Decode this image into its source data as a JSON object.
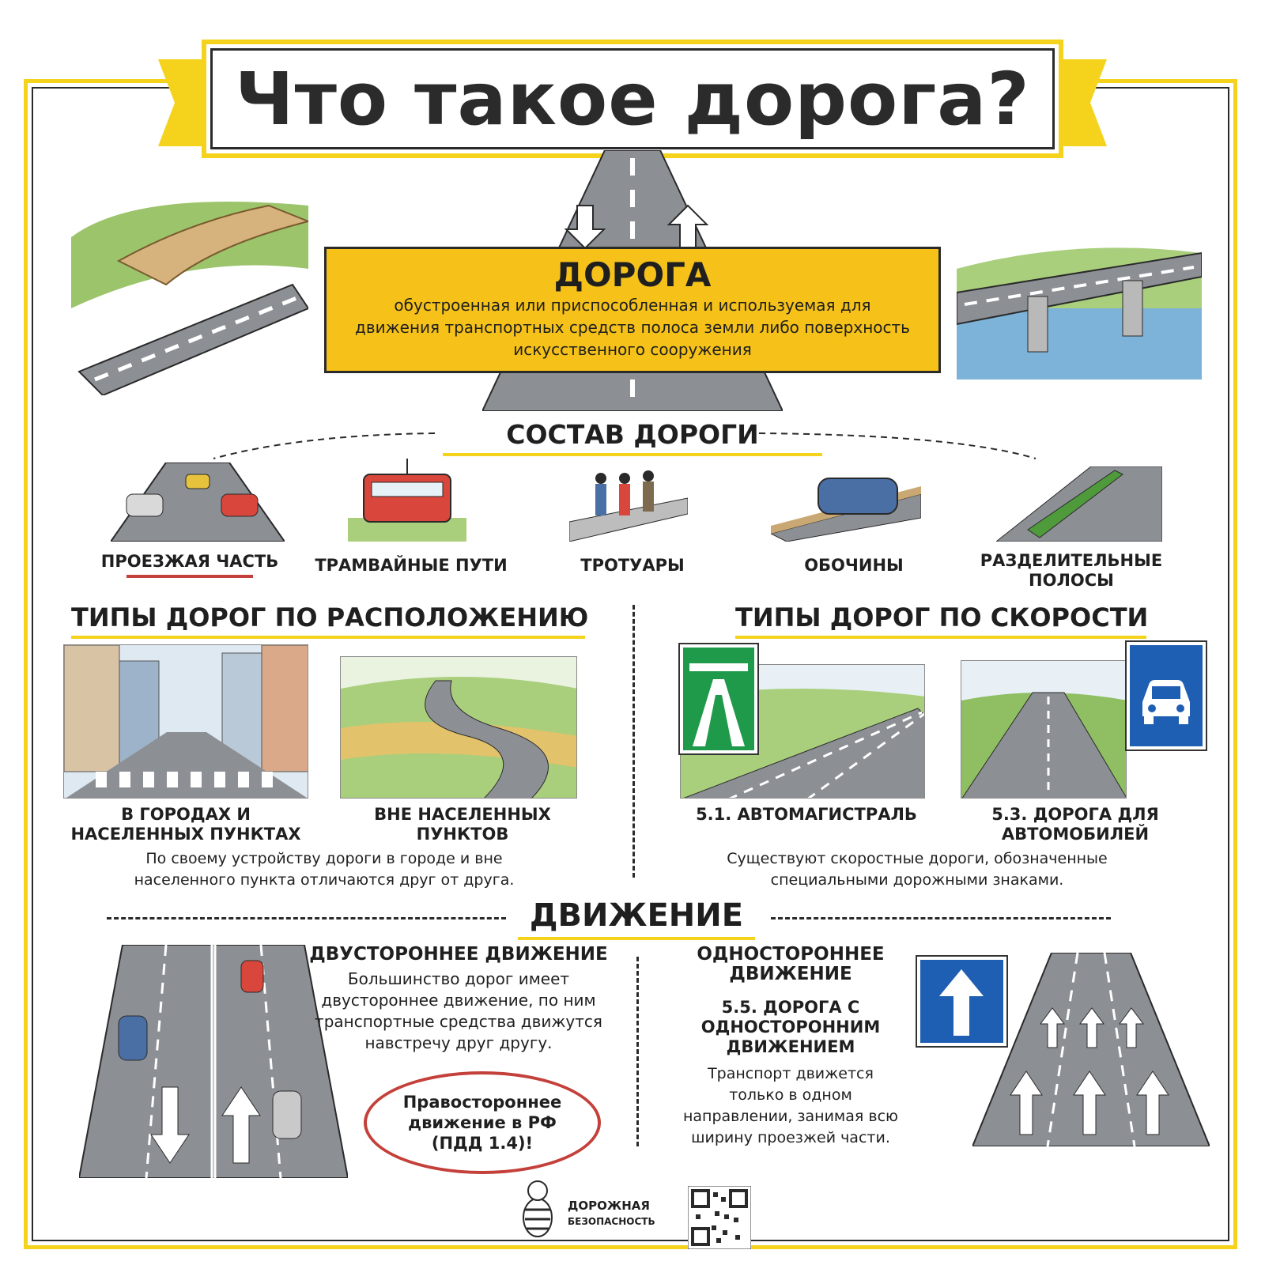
{
  "header": {
    "title": "Что такое дорога?"
  },
  "definition": {
    "title": "ДОРОГА",
    "text": "обустроенная или приспособленная и используемая для движения транспортных средств полоса земли либо поверхность искусственного сооружения"
  },
  "composition": {
    "title": "СОСТАВ ДОРОГИ",
    "items": [
      {
        "label": "ПРОЕЗЖАЯ ЧАСТЬ"
      },
      {
        "label": "ТРАМВАЙНЫЕ ПУТИ"
      },
      {
        "label": "ТРОТУАРЫ"
      },
      {
        "label": "ОБОЧИНЫ"
      },
      {
        "label": "РАЗДЕЛИТЕЛЬНЫЕ ПОЛОСЫ"
      }
    ]
  },
  "location_types": {
    "title": "ТИПЫ ДОРОГ ПО РАСПОЛОЖЕНИЮ",
    "items": [
      {
        "label": "В ГОРОДАХ И НАСЕЛЕННЫХ ПУНКТАХ"
      },
      {
        "label": "ВНЕ НАСЕЛЕННЫХ ПУНКТОВ"
      }
    ],
    "description": "По своему устройству дороги в городе и вне населенного пункта отличаются друг от друга."
  },
  "speed_types": {
    "title": "ТИПЫ ДОРОГ ПО СКОРОСТИ",
    "items": [
      {
        "label": "5.1. АВТОМАГИСТРАЛЬ"
      },
      {
        "label": "5.3. ДОРОГА ДЛЯ АВТОМОБИЛЕЙ"
      }
    ],
    "description": "Существуют скоростные дороги, обозначенные специальными дорожными знаками."
  },
  "movement": {
    "title": "ДВИЖЕНИЕ",
    "two_way": {
      "title": "ДВУСТОРОННЕЕ ДВИЖЕНИЕ",
      "text": "Большинство дорог имеет двустороннее движение, по ним транспортные средства движутся навстречу друг другу.",
      "note": "Правостороннее движение в РФ (ПДД 1.4)!"
    },
    "one_way": {
      "title": "ОДНОСТОРОННЕЕ ДВИЖЕНИЕ",
      "sign": "5.5. ДОРОГА С ОДНОСТОРОННИМ ДВИЖЕНИЕМ",
      "text": "Транспорт движется только в одном направлении, занимая всю ширину проезжей части."
    }
  },
  "footer": {
    "logo_line1": "ДОРОЖНАЯ",
    "logo_line2": "БЕЗОПАСНОСТЬ"
  },
  "colors": {
    "accent_yellow": "#f5d21c",
    "box_yellow": "#f6c21a",
    "sign_green": "#1f9a4a",
    "sign_blue": "#1e5fb3",
    "note_red": "#c4403a",
    "asphalt": "#8c9095"
  }
}
